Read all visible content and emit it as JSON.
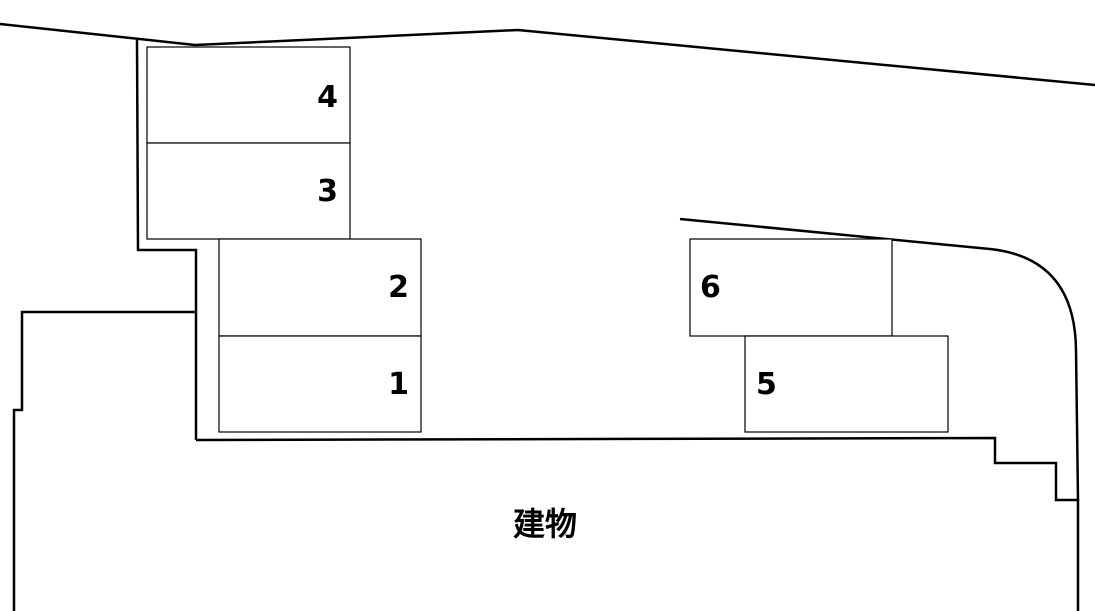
{
  "building": {
    "label": "建物"
  },
  "spaces": [
    {
      "id": "1",
      "label": "1"
    },
    {
      "id": "2",
      "label": "2"
    },
    {
      "id": "3",
      "label": "3"
    },
    {
      "id": "4",
      "label": "4"
    },
    {
      "id": "5",
      "label": "5"
    },
    {
      "id": "6",
      "label": "6"
    }
  ],
  "colors": {
    "line": "#000000",
    "background": "#ffffff"
  }
}
